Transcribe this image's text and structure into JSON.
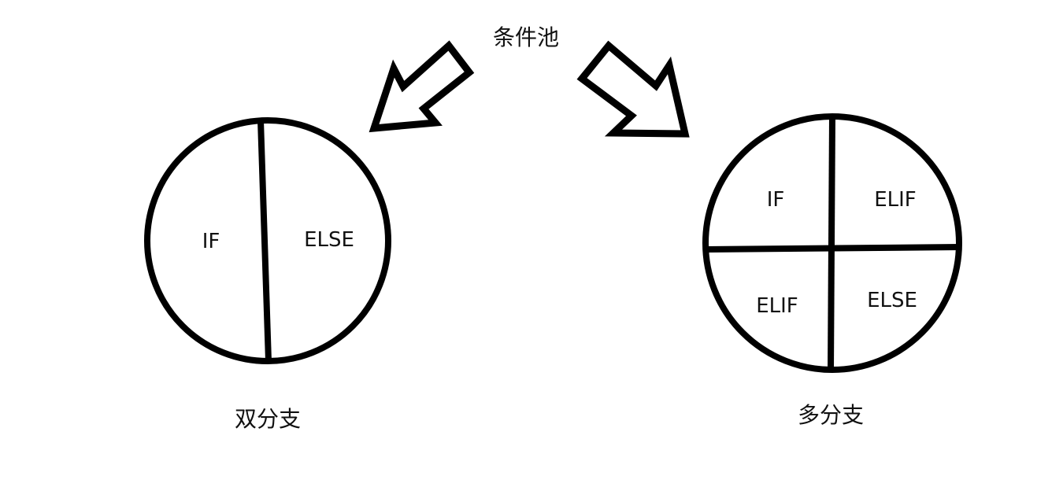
{
  "title": "条件池",
  "left": {
    "caption": "双分支",
    "labels": {
      "a": "IF",
      "b": "ELSE"
    }
  },
  "right": {
    "caption": "多分支",
    "labels": {
      "tl": "IF",
      "tr": "ELIF",
      "bl": "ELIF",
      "br": "ELSE"
    }
  },
  "colors": {
    "stroke": "#000000",
    "background": "#ffffff"
  }
}
